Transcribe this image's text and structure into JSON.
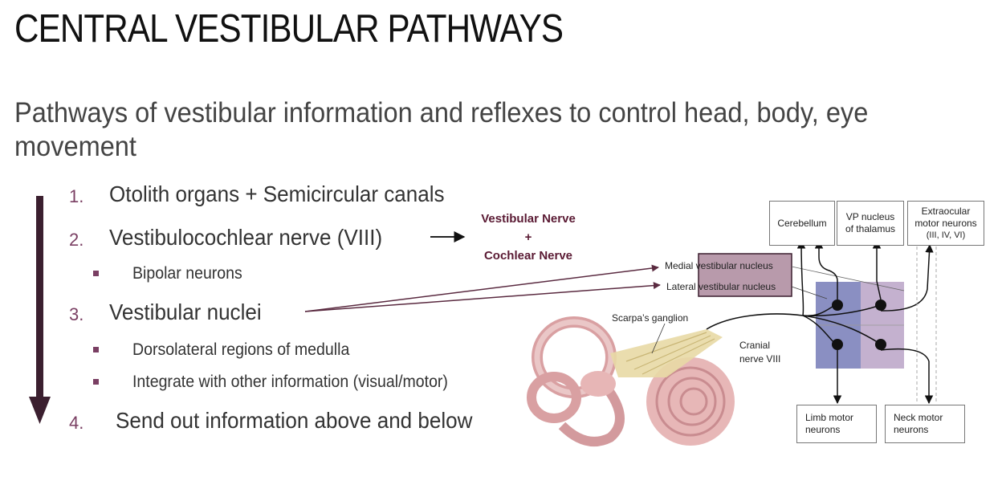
{
  "slide": {
    "title": "CENTRAL VESTIBULAR PATHWAYS",
    "subtitle": "Pathways of vestibular information and reflexes to control head, body, eye movement"
  },
  "list": {
    "items": [
      {
        "number": "1.",
        "text": "Otolith organs + Semicircular canals"
      },
      {
        "number": "2.",
        "text": "Vestibulocochlear nerve (VIII)"
      },
      {
        "number": "3.",
        "text": "Vestibular nuclei"
      },
      {
        "number": "4.",
        "text": "Send out information above and below"
      }
    ],
    "sub_items": {
      "item2": [
        "Bipolar neurons"
      ],
      "item3": [
        "Dorsolateral regions of medulla",
        "Integrate with other information (visual/motor)"
      ]
    }
  },
  "nerve_note": {
    "line1": "Vestibular Nerve",
    "line2": "+",
    "line3": "Cochlear Nerve"
  },
  "diagram": {
    "boxes": {
      "cerebellum": "Cerebellum",
      "vp_nucleus_1": "VP nucleus",
      "vp_nucleus_2": "of thalamus",
      "extraocular_1": "Extraocular",
      "extraocular_2": "motor neurons",
      "extraocular_3": "(III, IV, VI)",
      "limb_1": "Limb motor",
      "limb_2": "neurons",
      "neck_1": "Neck motor",
      "neck_2": "neurons"
    },
    "labels": {
      "medial": "Medial vestibular nucleus",
      "lateral": "Lateral vestibular nucleus",
      "scarpa": "Scarpa’s ganglion",
      "cranial_1": "Cranial",
      "cranial_2": "nerve VIII"
    },
    "colors": {
      "accent": "#7a3f63",
      "nucleus_left": "#8a8fc2",
      "nucleus_right": "#c4b1cf",
      "highlight_box": "#b89aab",
      "arrow_bar": "#3b1f2f"
    }
  }
}
